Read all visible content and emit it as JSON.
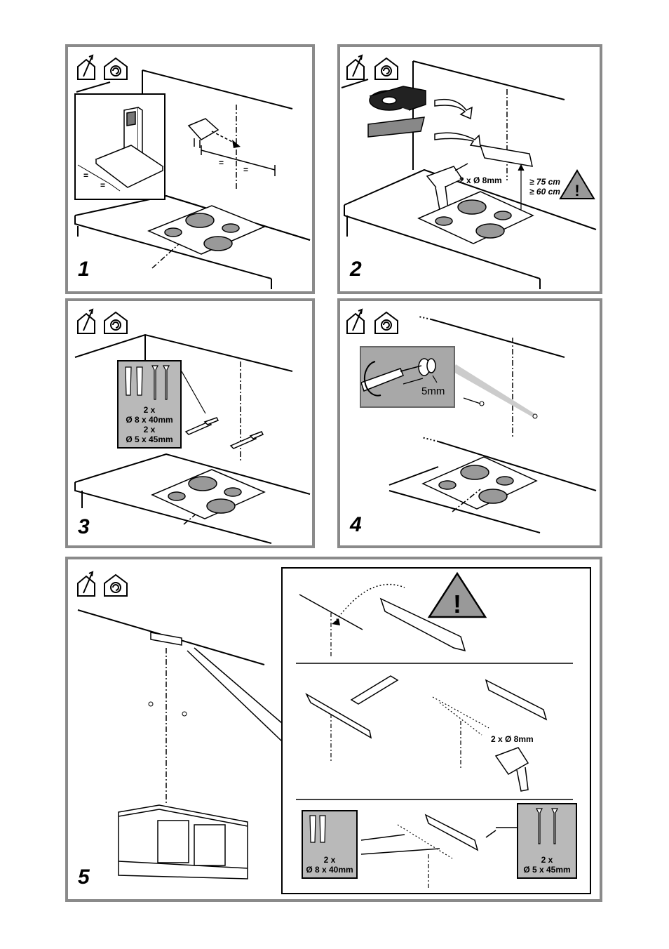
{
  "steps": [
    {
      "number": "1"
    },
    {
      "number": "2",
      "drill_label": "2 x Ø 8mm",
      "height_min_a": "≥ 75 cm",
      "height_min_b": "≥ 60 cm"
    },
    {
      "number": "3",
      "plug_qty": "2 x",
      "plug_size": "Ø 8 x 40mm",
      "screw_qty": "2 x",
      "screw_size": "Ø 5 x 45mm"
    },
    {
      "number": "4",
      "gap_label": "5mm"
    },
    {
      "number": "5",
      "drill_label": "2 x Ø 8mm",
      "plug_qty": "2 x",
      "plug_size": "Ø 8 x 40mm",
      "screw_qty": "2 x",
      "screw_size": "Ø 5 x 45mm"
    }
  ],
  "dimension_marks": [
    "=",
    "=",
    "=",
    "="
  ],
  "icons": [
    "chimney-exhaust-icon",
    "recirculation-icon",
    "warning-triangle-icon",
    "drill-icon",
    "tape-icon"
  ]
}
